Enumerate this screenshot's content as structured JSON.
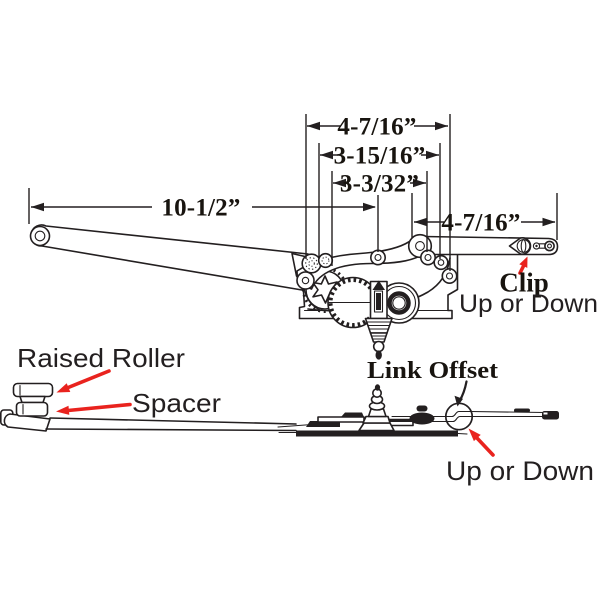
{
  "figure": "casement-window-operator-diagram",
  "colors": {
    "ink": "#231f20",
    "arrow_red": "#e9231e",
    "background": "#ffffff"
  },
  "top_view": {
    "dim_overall": "4-7/16”",
    "dim_middle": "3-15/16”",
    "dim_inner": "3-3/32”",
    "dim_arm": "10-1/2”",
    "dim_link": "4-7/16”",
    "clip_label": "Clip",
    "clip_direction": "Up or Down"
  },
  "side_view": {
    "raised_roller_label": "Raised Roller",
    "spacer_label": "Spacer",
    "link_offset_label": "Link Offset",
    "direction_label": "Up or Down"
  }
}
